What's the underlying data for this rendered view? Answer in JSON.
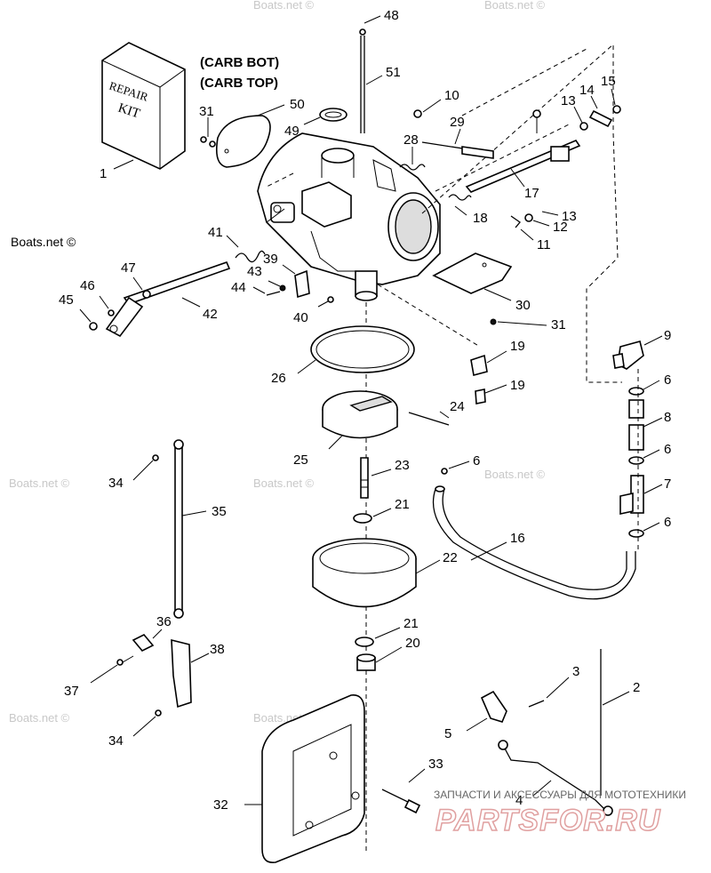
{
  "notes": {
    "carb_bot": "(CARB BOT)",
    "carb_top": "(CARB TOP)"
  },
  "kit": {
    "line1": "REPAIR",
    "line2": "KIT"
  },
  "labels": {
    "n1": "1",
    "n2": "2",
    "n3": "3",
    "n4": "4",
    "n5": "5",
    "n6": "6",
    "n7": "7",
    "n8": "8",
    "n9": "9",
    "n10": "10",
    "n11": "11",
    "n12": "12",
    "n13": "13",
    "n14": "14",
    "n15": "15",
    "n16": "16",
    "n17": "17",
    "n18": "18",
    "n19": "19",
    "n20": "20",
    "n21": "21",
    "n22": "22",
    "n23": "23",
    "n24": "24",
    "n25": "25",
    "n26": "26",
    "n28": "28",
    "n29": "29",
    "n30": "30",
    "n31": "31",
    "n32": "32",
    "n33": "33",
    "n34": "34",
    "n35": "35",
    "n36": "36",
    "n37": "37",
    "n38": "38",
    "n39": "39",
    "n40": "40",
    "n41": "41",
    "n42": "42",
    "n43": "43",
    "n44": "44",
    "n45": "45",
    "n46": "46",
    "n47": "47",
    "n48": "48",
    "n49": "49",
    "n50": "50",
    "n51": "51"
  },
  "watermark": "Boats.net ©",
  "brand": {
    "subtitle": "ЗАПЧАСТИ И АКСЕССУАРЫ ДЛЯ МОТОТЕХНИКИ",
    "name": "PARTSFOR.RU"
  }
}
